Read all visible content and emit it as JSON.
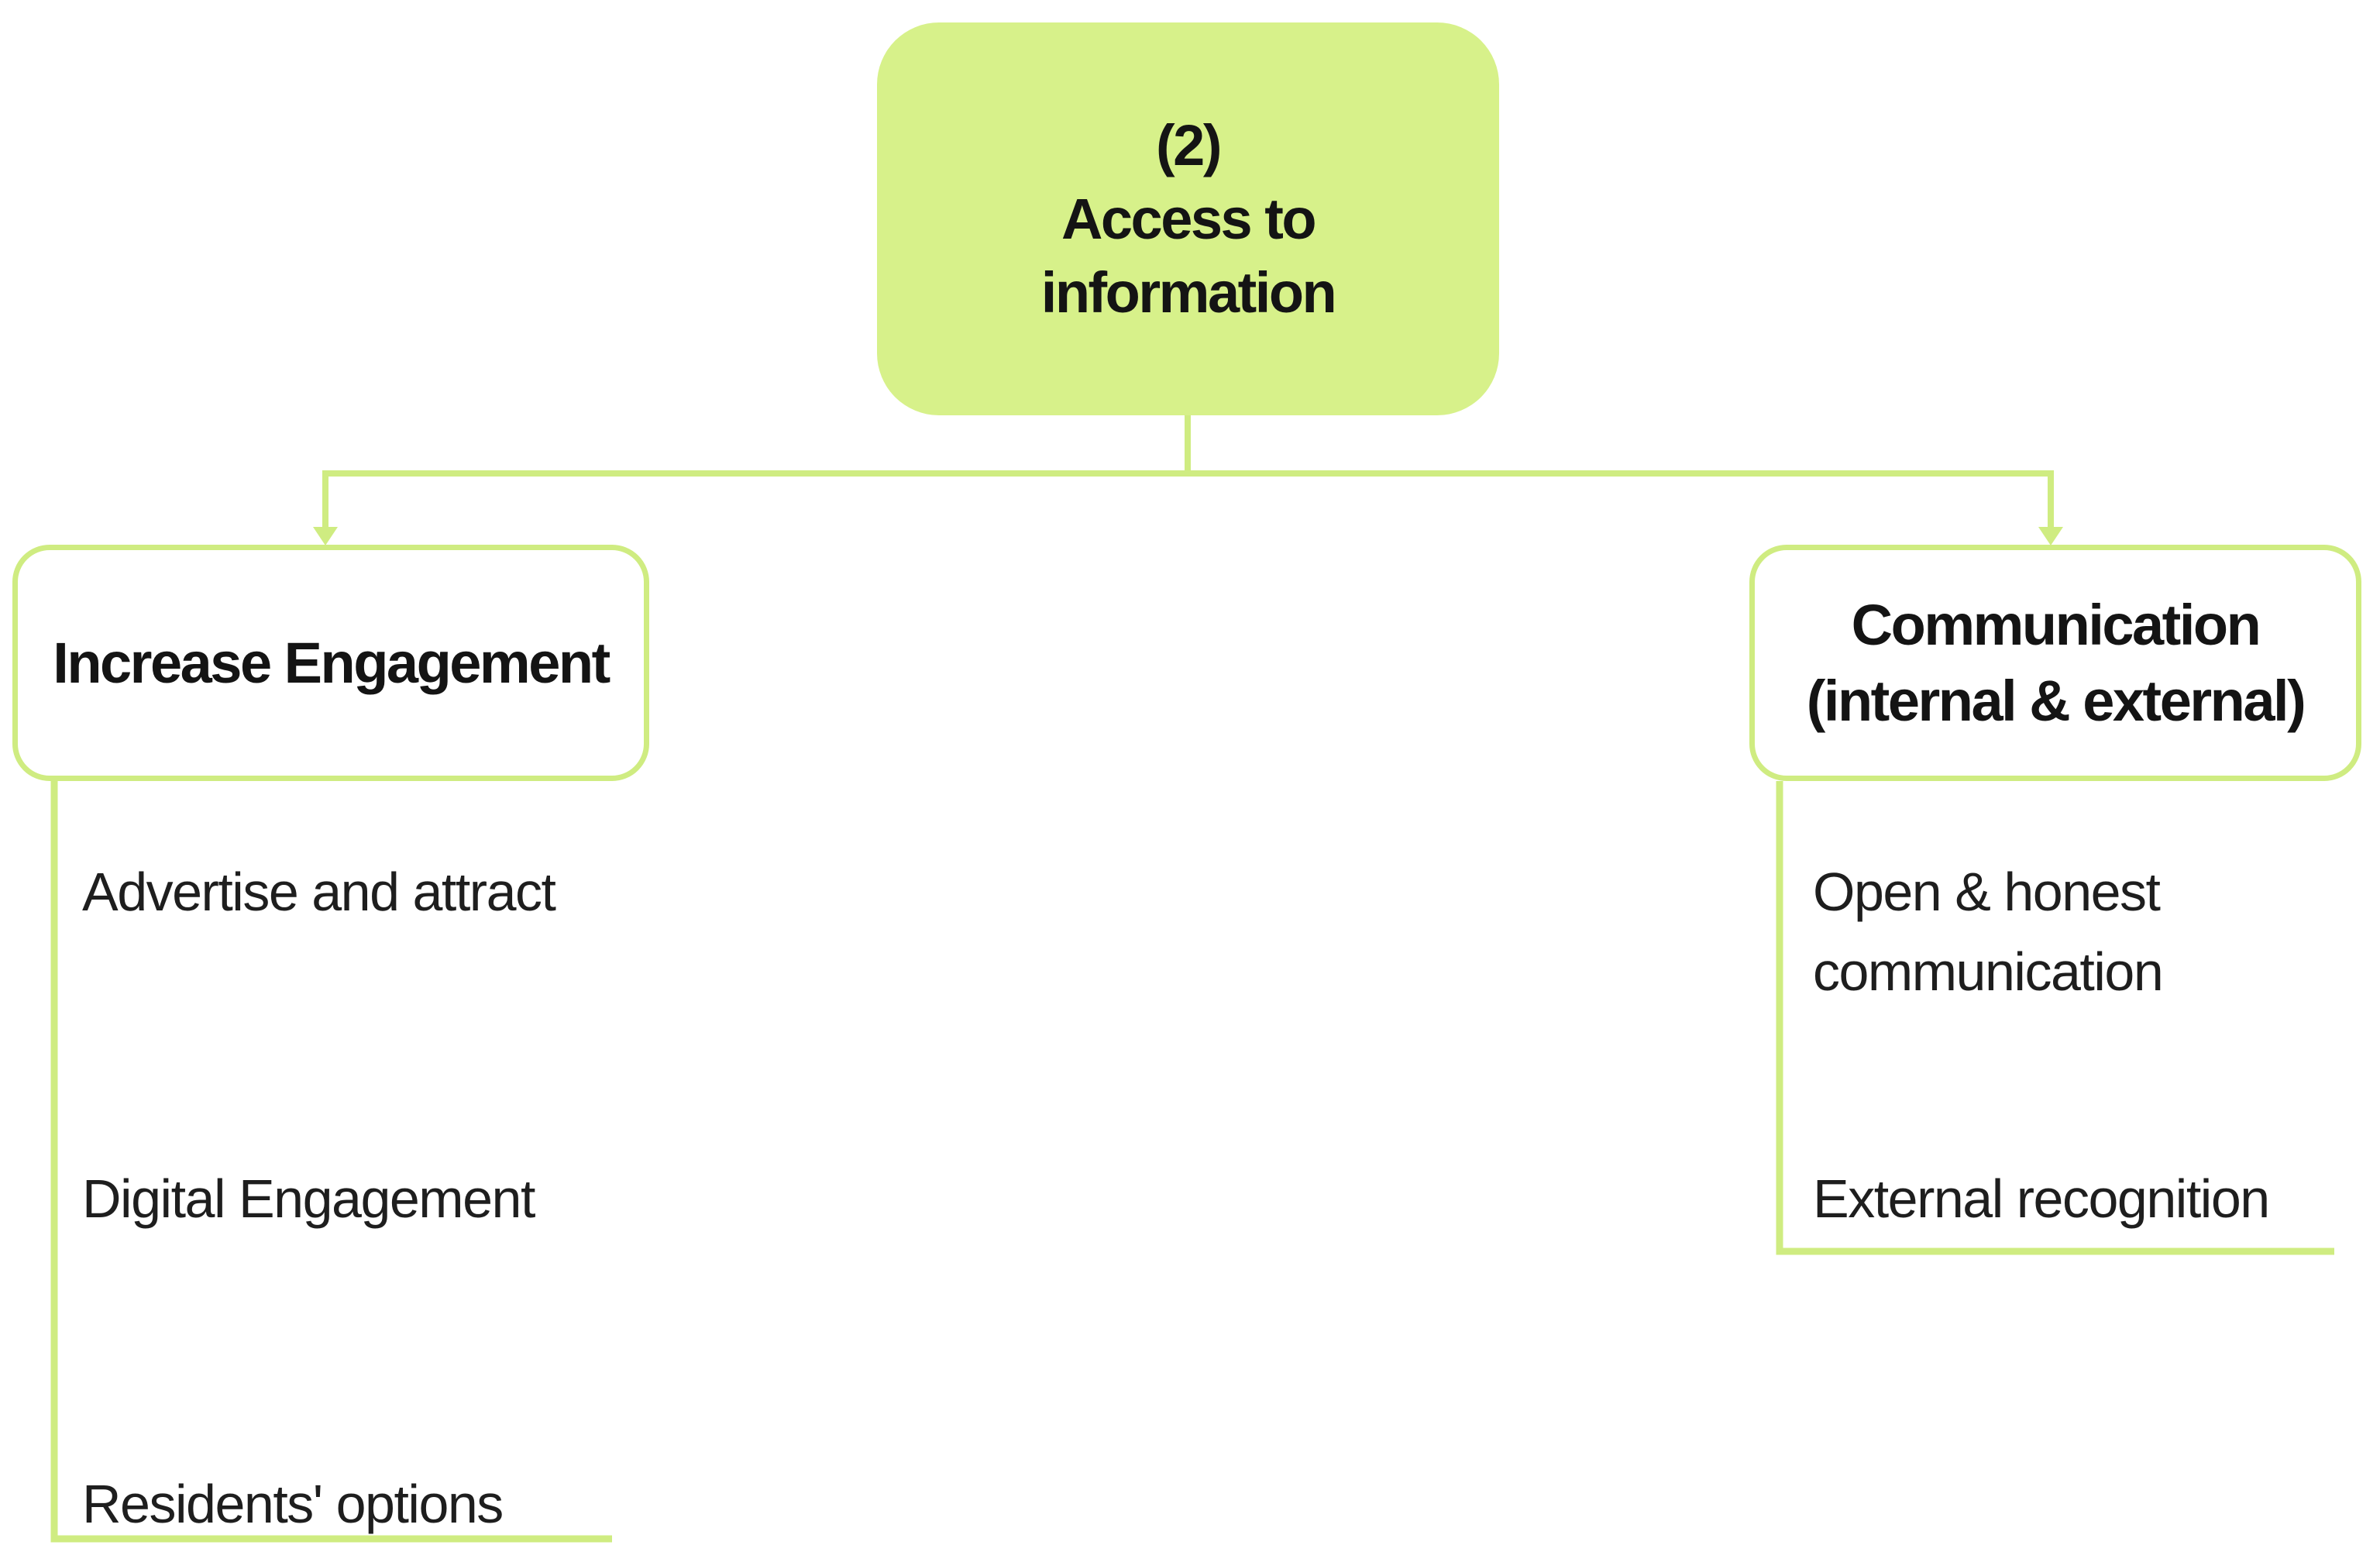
{
  "diagram": {
    "root": {
      "label": "(2)\nAccess to\ninformation"
    },
    "left_branch": {
      "title": "Increase Engagement",
      "items": [
        "Advertise and attract",
        "Digital Engagement",
        "Residents' options"
      ]
    },
    "right_branch": {
      "title": "Communication\n(internal & external)",
      "items": [
        "Open & honest\ncommunication",
        "External recognition"
      ]
    }
  },
  "colors": {
    "node-fill": "#d7f18a",
    "line": "#cfec81",
    "title-text": "#141414",
    "item-text": "#1e1e1e",
    "bg": "#ffffff"
  }
}
